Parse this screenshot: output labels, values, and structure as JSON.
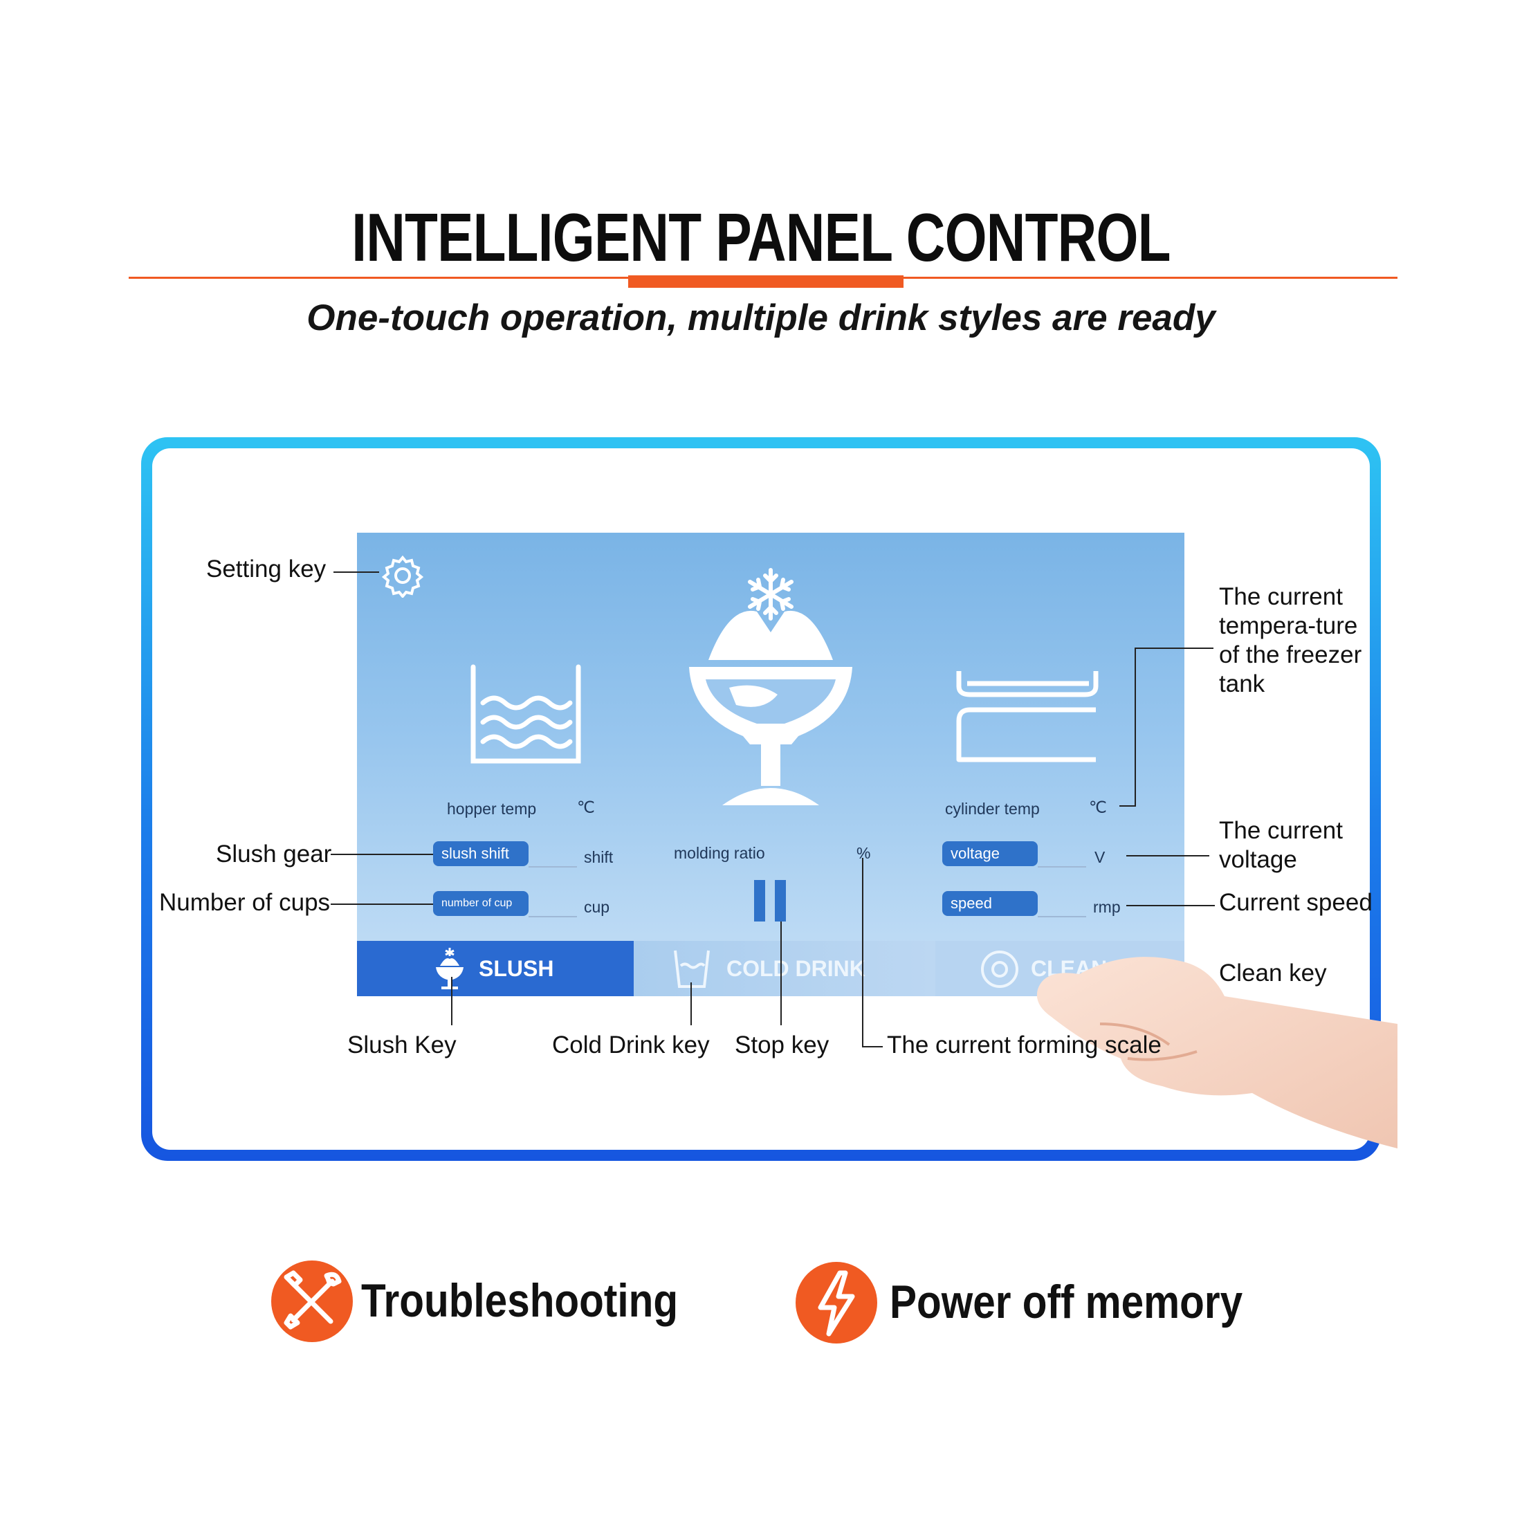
{
  "header": {
    "title": "INTELLIGENT PANEL CONTROL",
    "subtitle": "One-touch operation, multiple drink styles are ready"
  },
  "screen": {
    "hopper_temp_label": "hopper temp",
    "hopper_temp_unit": "℃",
    "cylinder_temp_label": "cylinder temp",
    "cylinder_temp_unit": "℃",
    "slush_shift_label": "slush shift",
    "slush_shift_unit": "shift",
    "number_of_cup_label": "number of cup",
    "number_of_cup_unit": "cup",
    "molding_ratio_label": "molding ratio",
    "molding_ratio_unit": "%",
    "voltage_label": "voltage",
    "voltage_unit": "V",
    "speed_label": "speed",
    "speed_unit": "rmp",
    "tabs": {
      "slush": "SLUSH",
      "cold_drink": "COLD DRINK",
      "clean": "CLEAN"
    }
  },
  "callouts": {
    "setting_key": "Setting key",
    "slush_gear": "Slush gear",
    "number_of_cups": "Number of cups",
    "freezer_temp": "The current tempera-ture of the freezer tank",
    "current_voltage": "The current voltage",
    "current_speed": "Current speed",
    "clean_key": "Clean key",
    "slush_key": "Slush Key",
    "cold_drink_key": "Cold Drink key",
    "stop_key": "Stop key",
    "forming_scale": "The current forming scale"
  },
  "features": {
    "troubleshooting": "Troubleshooting",
    "power_off_memory": "Power off memory"
  },
  "colors": {
    "accent_orange": "#f05a22",
    "frame_blue_top": "#2ec3f3",
    "frame_blue_bottom": "#1656e0",
    "button_blue": "#2f72c9"
  }
}
